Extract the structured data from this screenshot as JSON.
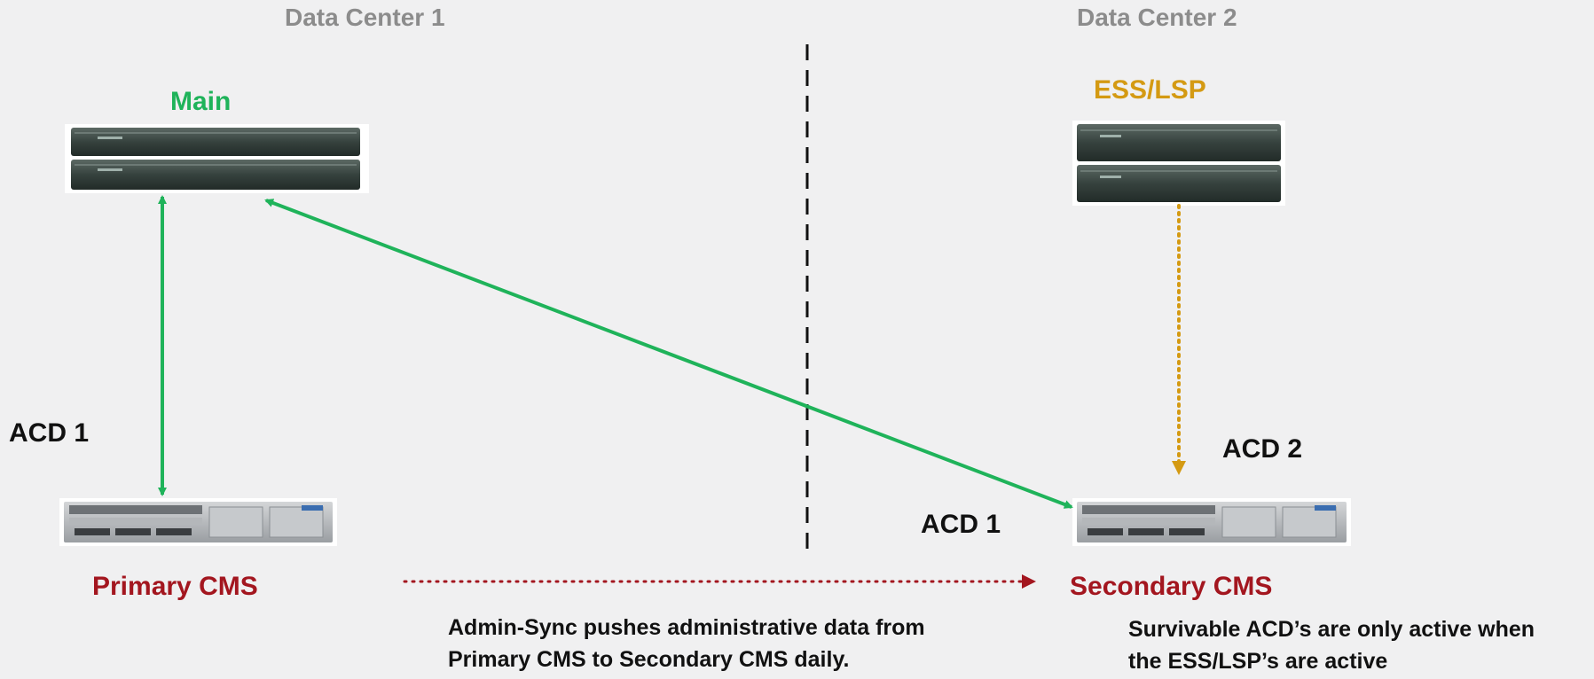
{
  "labels": {
    "dc1": "Data Center 1",
    "dc2": "Data Center 2",
    "main": "Main",
    "ess_lsp": "ESS/LSP",
    "acd1_left": "ACD 1",
    "acd1_right": "ACD 1",
    "acd2": "ACD 2",
    "primary_cms": "Primary CMS",
    "secondary_cms": "Secondary CMS"
  },
  "notes": {
    "admin_sync_line1": "Admin-Sync pushes administrative data from",
    "admin_sync_line2": "Primary CMS to Secondary CMS daily.",
    "survivable_line1": "Survivable ACD’s are only active when",
    "survivable_line2": "the ESS/LSP’s are active"
  },
  "colors": {
    "background": "#f0f0f1",
    "main_link": "#1fb35a",
    "ess_link": "#d49a13",
    "admin_sync": "#a3161f",
    "data_center_label": "#8c8c8c"
  }
}
